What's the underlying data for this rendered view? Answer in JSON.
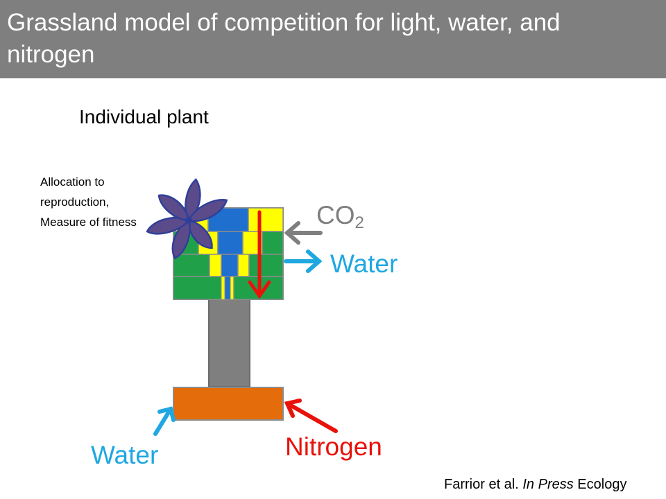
{
  "slide": {
    "title": "Grassland model of competition for light, water, and nitrogen",
    "subtitle": "Individual plant",
    "allocation_note": "Allocation to reproduction, Measure of fitness"
  },
  "labels": {
    "co2_main": "CO",
    "co2_sub": "2",
    "water_canopy": "Water",
    "water_roots": "Water",
    "nitrogen": "Nitrogen"
  },
  "citation": {
    "authors": "Farrior et al.",
    "status": "In Press",
    "journal": "Ecology"
  },
  "colors": {
    "title_bar": "#7f7f7f",
    "leaf_green": "#21a04a",
    "leaf_yellow": "#ffff00",
    "leaf_blue": "#1f6fcf",
    "stem_gray": "#7f7f7f",
    "root_orange": "#e46c0a",
    "water_arrow": "#1fa7e1",
    "nitrogen_arrow": "#e8120b",
    "co2_arrow": "#7f7f7f",
    "flower_purple": "#5b4b8a"
  },
  "icons": {
    "flower": "flower-icon"
  }
}
